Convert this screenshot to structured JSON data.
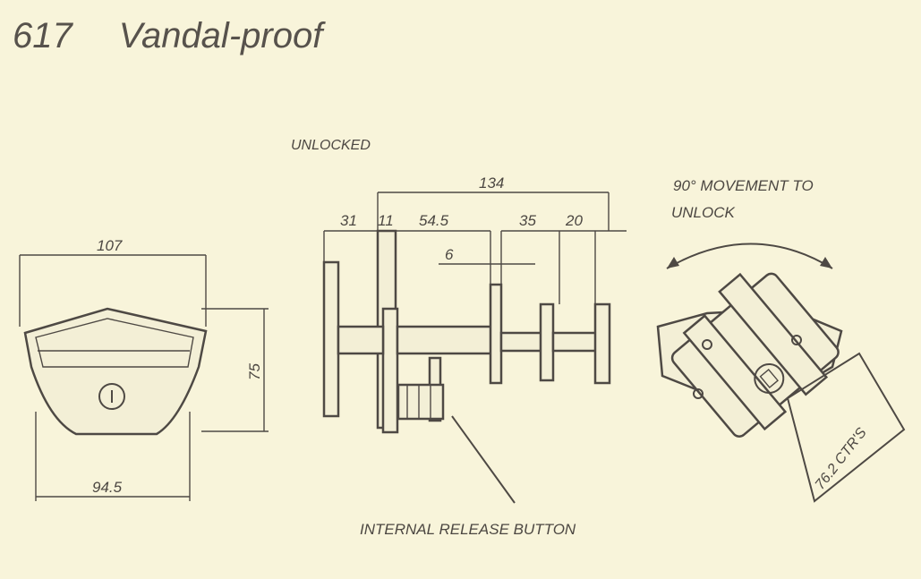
{
  "title": {
    "model": "617",
    "name": "Vandal-proof"
  },
  "state_label": "UNLOCKED",
  "front_view": {
    "width_top": "107",
    "height": "75",
    "width_bottom": "94.5"
  },
  "side_view": {
    "overall": "134",
    "dims": [
      "31",
      "11",
      "54.5",
      "35",
      "20"
    ],
    "gap": "6"
  },
  "rotated_view": {
    "movement_note_line1": "90° MOVEMENT TO",
    "movement_note_line2": "UNLOCK",
    "centers": "76.2 CTR'S"
  },
  "callout": "INTERNAL RELEASE BUTTON"
}
